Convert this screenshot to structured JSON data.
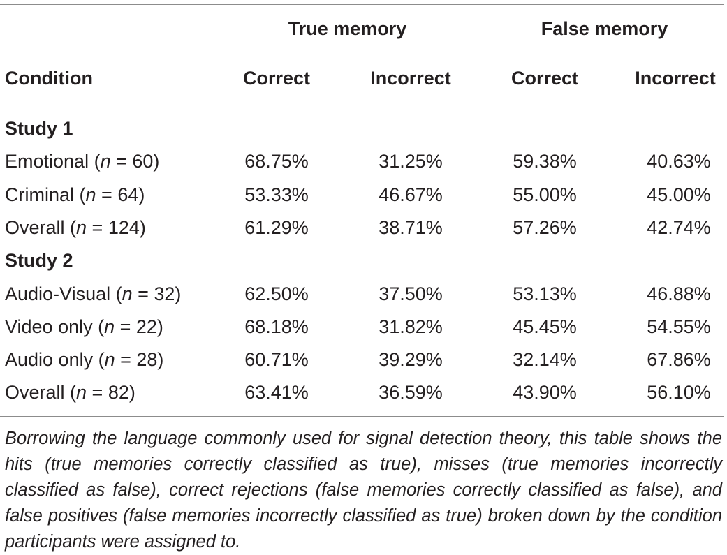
{
  "table": {
    "group_headers": [
      "True memory",
      "False memory"
    ],
    "column_headers": [
      "Condition",
      "Correct",
      "Incorrect",
      "Correct",
      "Incorrect"
    ],
    "sections": [
      {
        "label": "Study 1",
        "rows": [
          {
            "cond": "Emotional (",
            "n_italic": "n",
            "rest": " = 60)",
            "values": [
              "68.75%",
              "31.25%",
              "59.38%",
              "40.63%"
            ]
          },
          {
            "cond": "Criminal (",
            "n_italic": "n",
            "rest": " = 64)",
            "values": [
              "53.33%",
              "46.67%",
              "55.00%",
              "45.00%"
            ]
          },
          {
            "cond": "Overall (",
            "n_italic": "n",
            "rest": " = 124)",
            "values": [
              "61.29%",
              "38.71%",
              "57.26%",
              "42.74%"
            ]
          }
        ]
      },
      {
        "label": "Study 2",
        "rows": [
          {
            "cond": "Audio-Visual (",
            "n_italic": "n",
            "rest": " = 32)",
            "values": [
              "62.50%",
              "37.50%",
              "53.13%",
              "46.88%"
            ]
          },
          {
            "cond": "Video only (",
            "n_italic": "n",
            "rest": " = 22)",
            "values": [
              "68.18%",
              "31.82%",
              "45.45%",
              "54.55%"
            ]
          },
          {
            "cond": "Audio only (",
            "n_italic": "n",
            "rest": " = 28)",
            "values": [
              "60.71%",
              "39.29%",
              "32.14%",
              "67.86%"
            ]
          },
          {
            "cond": "Overall (",
            "n_italic": "n",
            "rest": " = 82)",
            "values": [
              "63.41%",
              "36.59%",
              "43.90%",
              "56.10%"
            ]
          }
        ]
      }
    ],
    "footnote": "Borrowing the language commonly used for signal detection theory, this table shows the hits (true memories correctly classified as true), misses (true memories incorrectly classified as false), correct rejections (false memories correctly classified as false), and false positives (false memories incorrectly classified as true) broken down by the condition participants were assigned to."
  }
}
